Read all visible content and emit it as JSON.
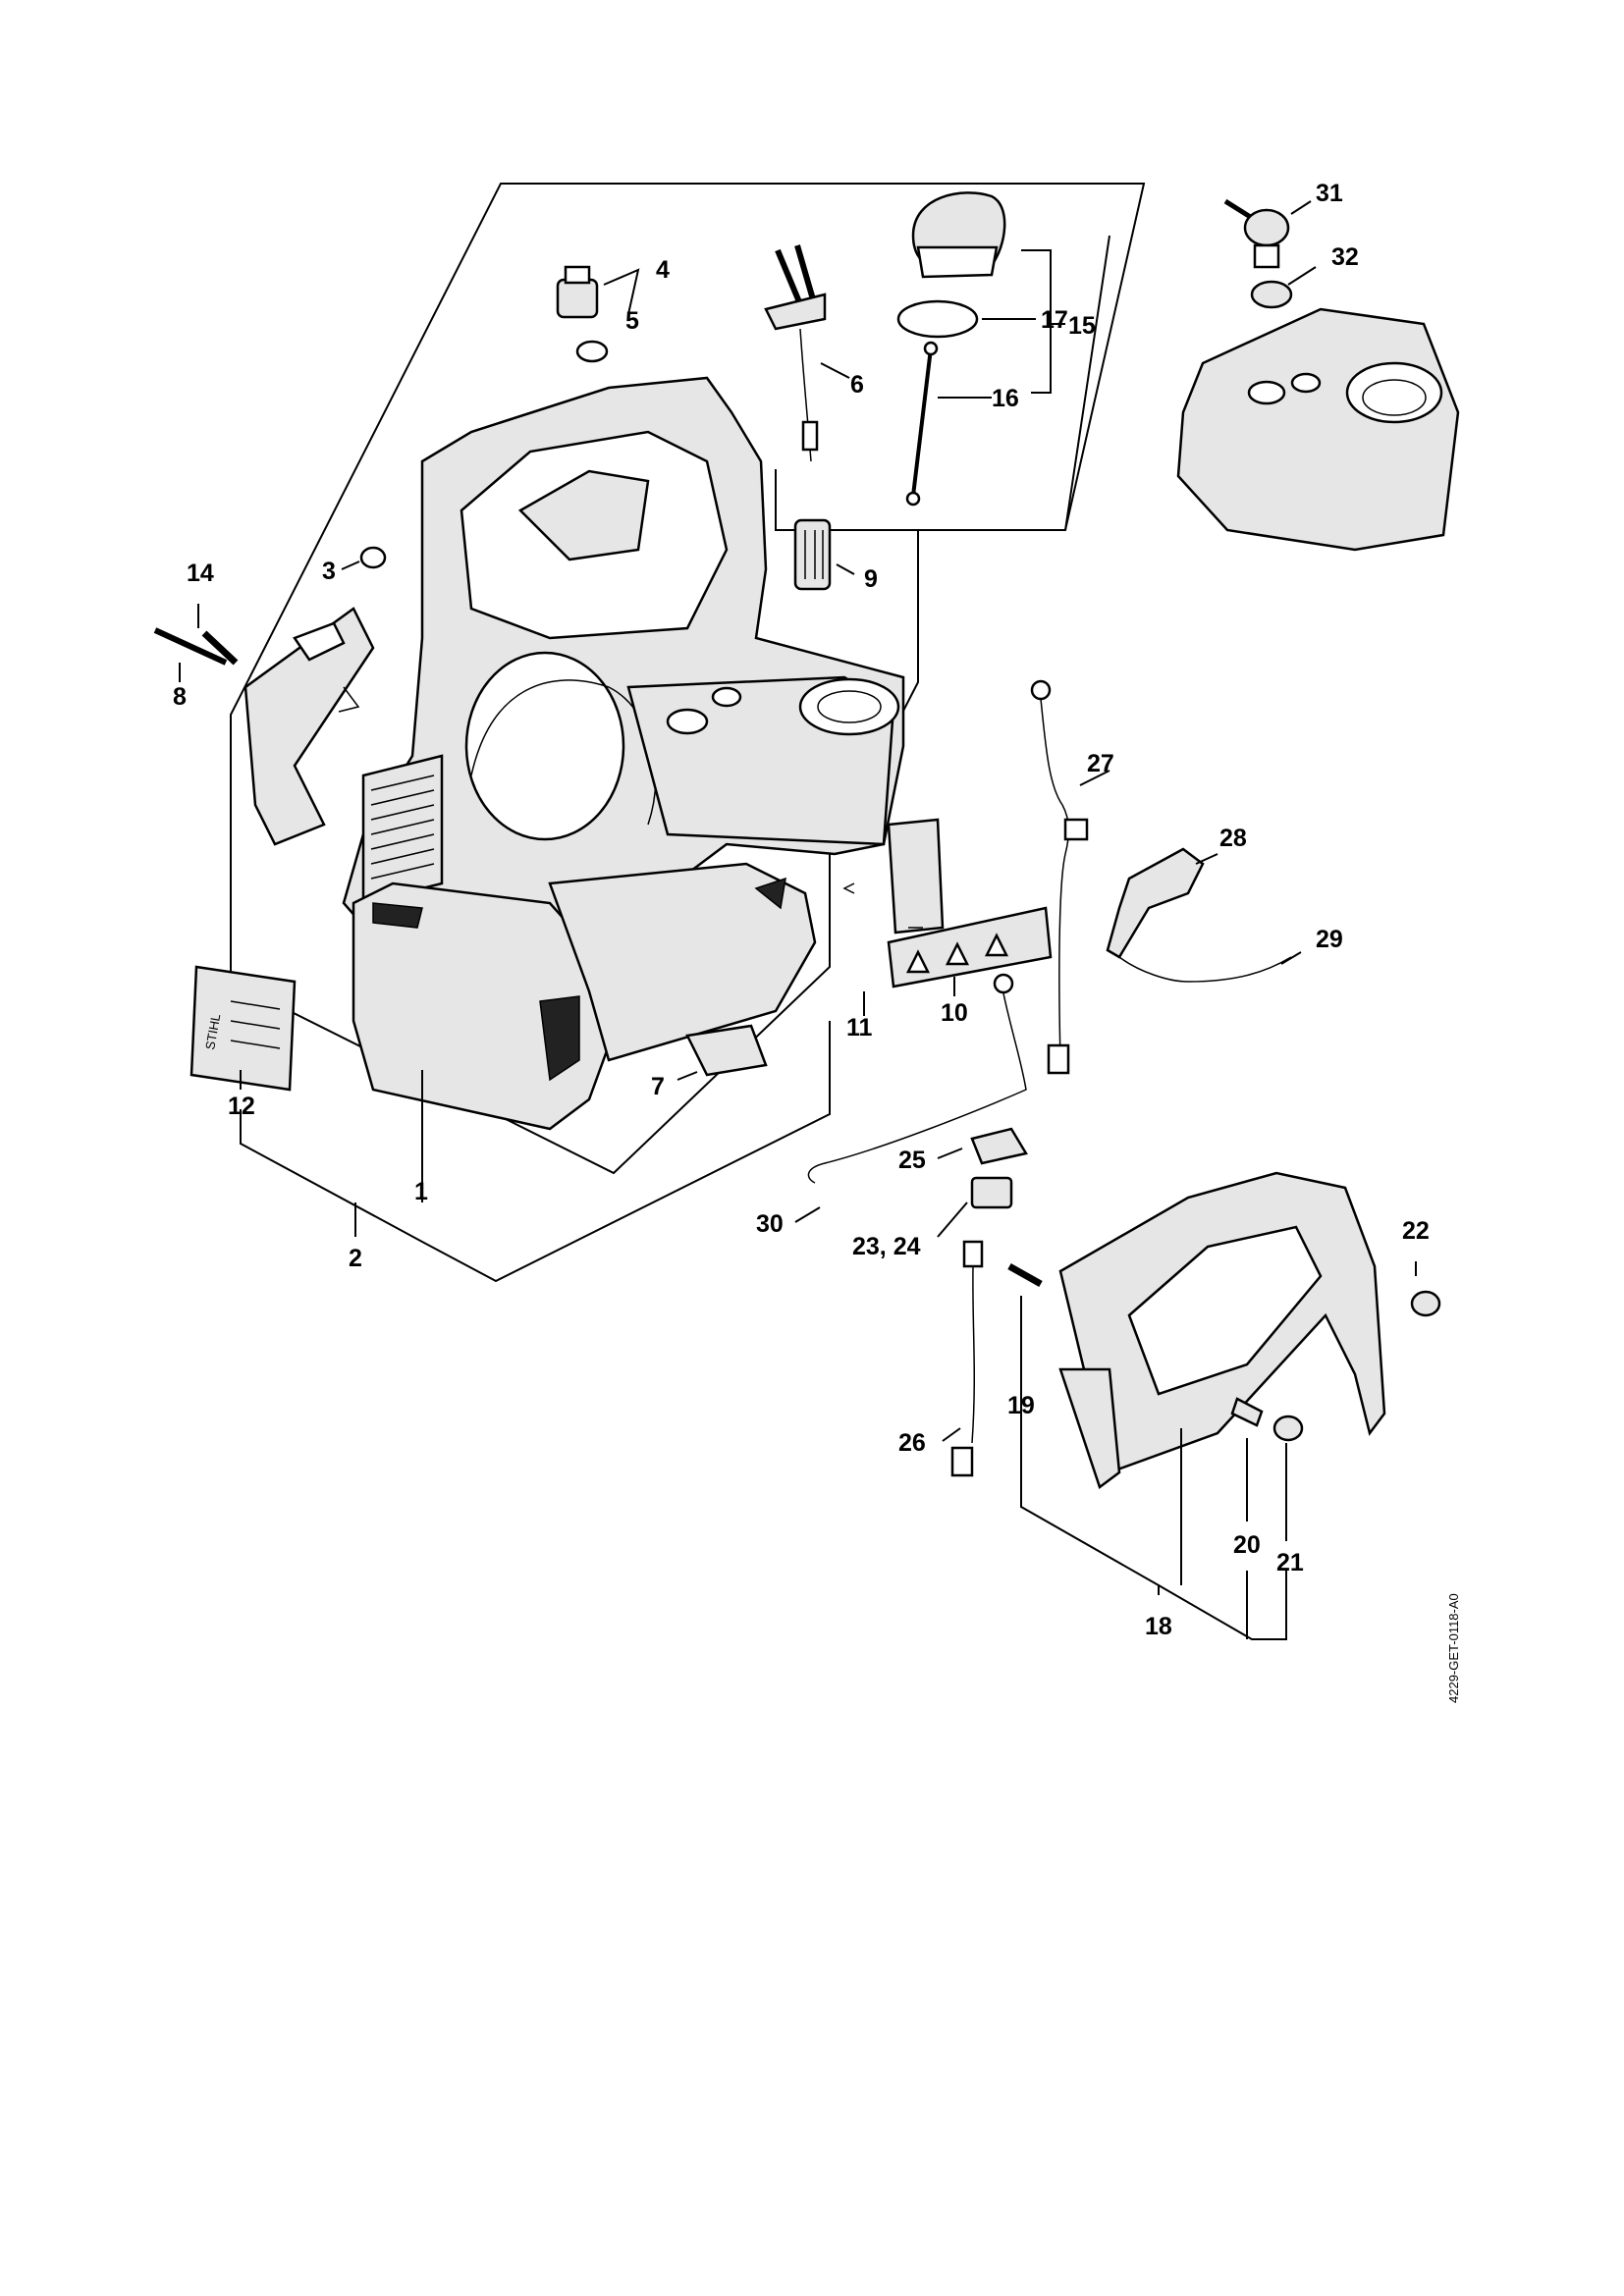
{
  "diagram": {
    "part_labels": {
      "p1": "1",
      "p2": "2",
      "p3": "3",
      "p4": "4",
      "p5": "5",
      "p6": "6",
      "p7": "7",
      "p8": "8",
      "p9": "9",
      "p10": "10",
      "p11": "11",
      "p12": "12",
      "p14": "14",
      "p15": "15",
      "p16": "16",
      "p17": "17",
      "p18": "18",
      "p19": "19",
      "p20": "20",
      "p21": "21",
      "p22": "22",
      "p23_24": "23, 24",
      "p25": "25",
      "p26": "26",
      "p27": "27",
      "p28": "28",
      "p29": "29",
      "p30": "30",
      "p31": "31",
      "p32": "32"
    },
    "drawing_code": "4229-GET-0118-A0",
    "label_sticker_text": "STIHL"
  }
}
